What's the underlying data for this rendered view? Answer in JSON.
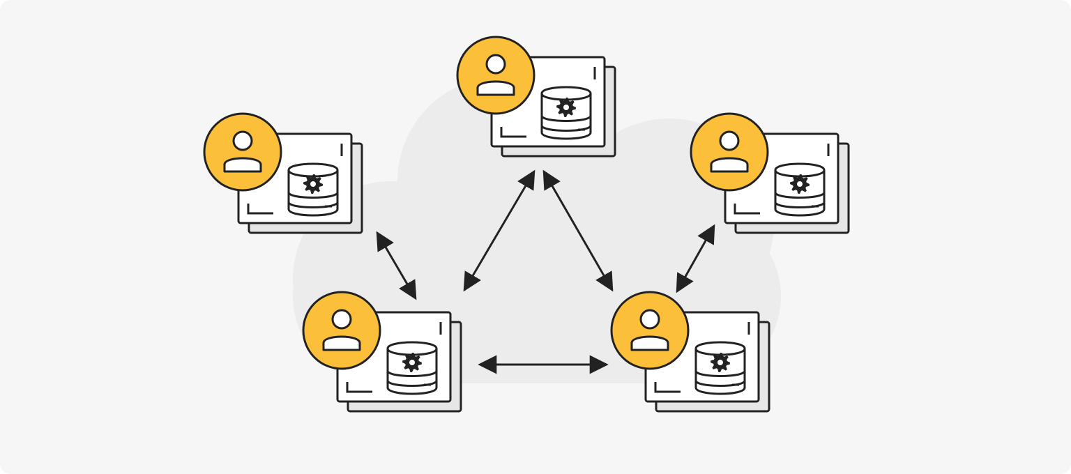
{
  "colors": {
    "background": "#f6f6f6",
    "cloud": "#ececec",
    "stroke": "#222222",
    "panel_front": "#ffffff",
    "panel_back": "#e6e6e6",
    "avatar_fill": "#fbbf3a"
  },
  "diagram": {
    "nodes": [
      {
        "id": "node-top",
        "kind": "user-database-server"
      },
      {
        "id": "node-upper-left",
        "kind": "user-database-server"
      },
      {
        "id": "node-upper-right",
        "kind": "user-database-server"
      },
      {
        "id": "node-lower-left",
        "kind": "user-database-server"
      },
      {
        "id": "node-lower-right",
        "kind": "user-database-server"
      }
    ],
    "connections": [
      {
        "from": "node-top",
        "to": "node-lower-left",
        "direction": "bidirectional"
      },
      {
        "from": "node-top",
        "to": "node-lower-right",
        "direction": "bidirectional"
      },
      {
        "from": "node-lower-left",
        "to": "node-lower-right",
        "direction": "bidirectional"
      },
      {
        "from": "node-upper-left",
        "to": "node-lower-left",
        "direction": "bidirectional"
      },
      {
        "from": "node-upper-right",
        "to": "node-lower-right",
        "direction": "bidirectional"
      }
    ],
    "icons": [
      "user-icon",
      "database-icon",
      "gear-icon",
      "window-icon"
    ]
  }
}
